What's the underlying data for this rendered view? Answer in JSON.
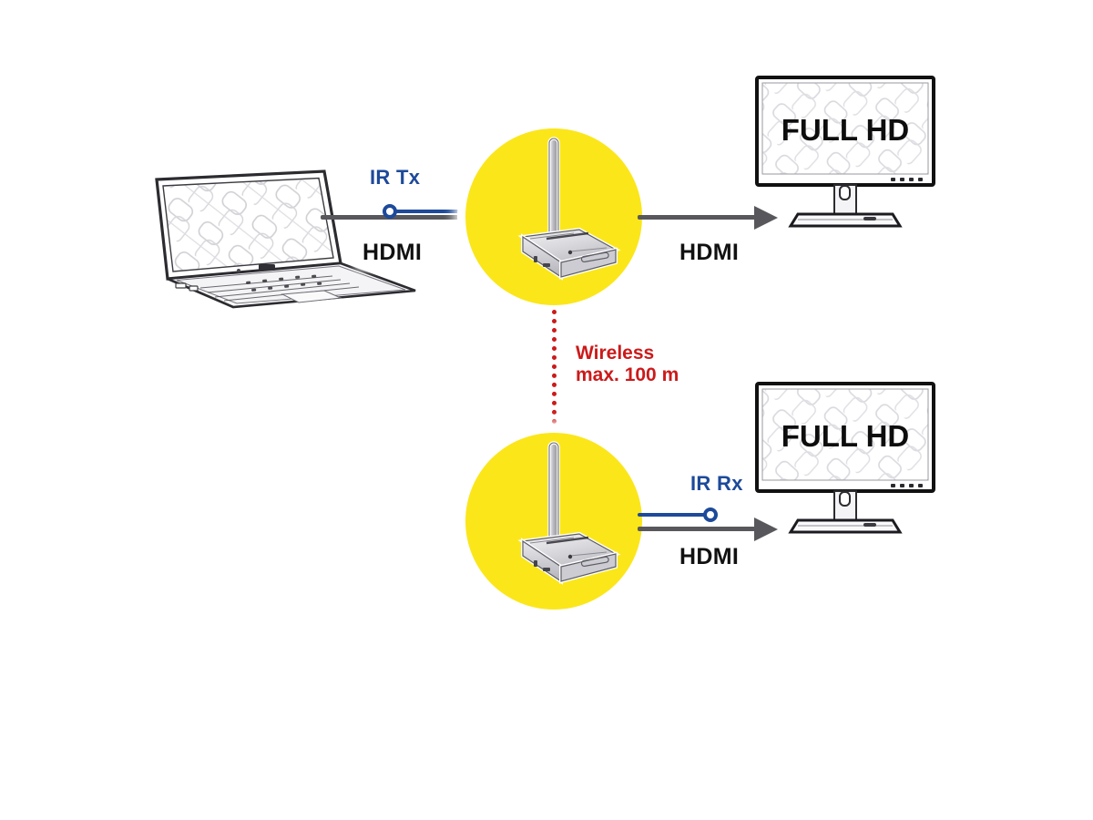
{
  "diagram": {
    "title": "Wireless HDMI Extender Connection Diagram",
    "colors": {
      "yellow": "#FBE61A",
      "blue": "#1D4A9A",
      "red": "#CC1A1A",
      "gray_line": "#58585C",
      "background": "#FFFFFF",
      "text": "#111111"
    },
    "nodes": {
      "laptop": {
        "name": "Laptop",
        "screen_label": ""
      },
      "transmitter": {
        "name": "Wireless HDMI Transmitter"
      },
      "receiver": {
        "name": "Wireless HDMI Receiver"
      },
      "monitor_top": {
        "name": "Monitor",
        "screen_label": "FULL HD"
      },
      "monitor_bottom": {
        "name": "Monitor",
        "screen_label": "FULL HD"
      }
    },
    "labels": {
      "ir_tx": "IR Tx",
      "ir_rx": "IR Rx",
      "hdmi_in": "HDMI",
      "hdmi_out_top": "HDMI",
      "hdmi_out_bottom": "HDMI",
      "wireless_line1": "Wireless",
      "wireless_line2": "max. 100 m"
    }
  }
}
